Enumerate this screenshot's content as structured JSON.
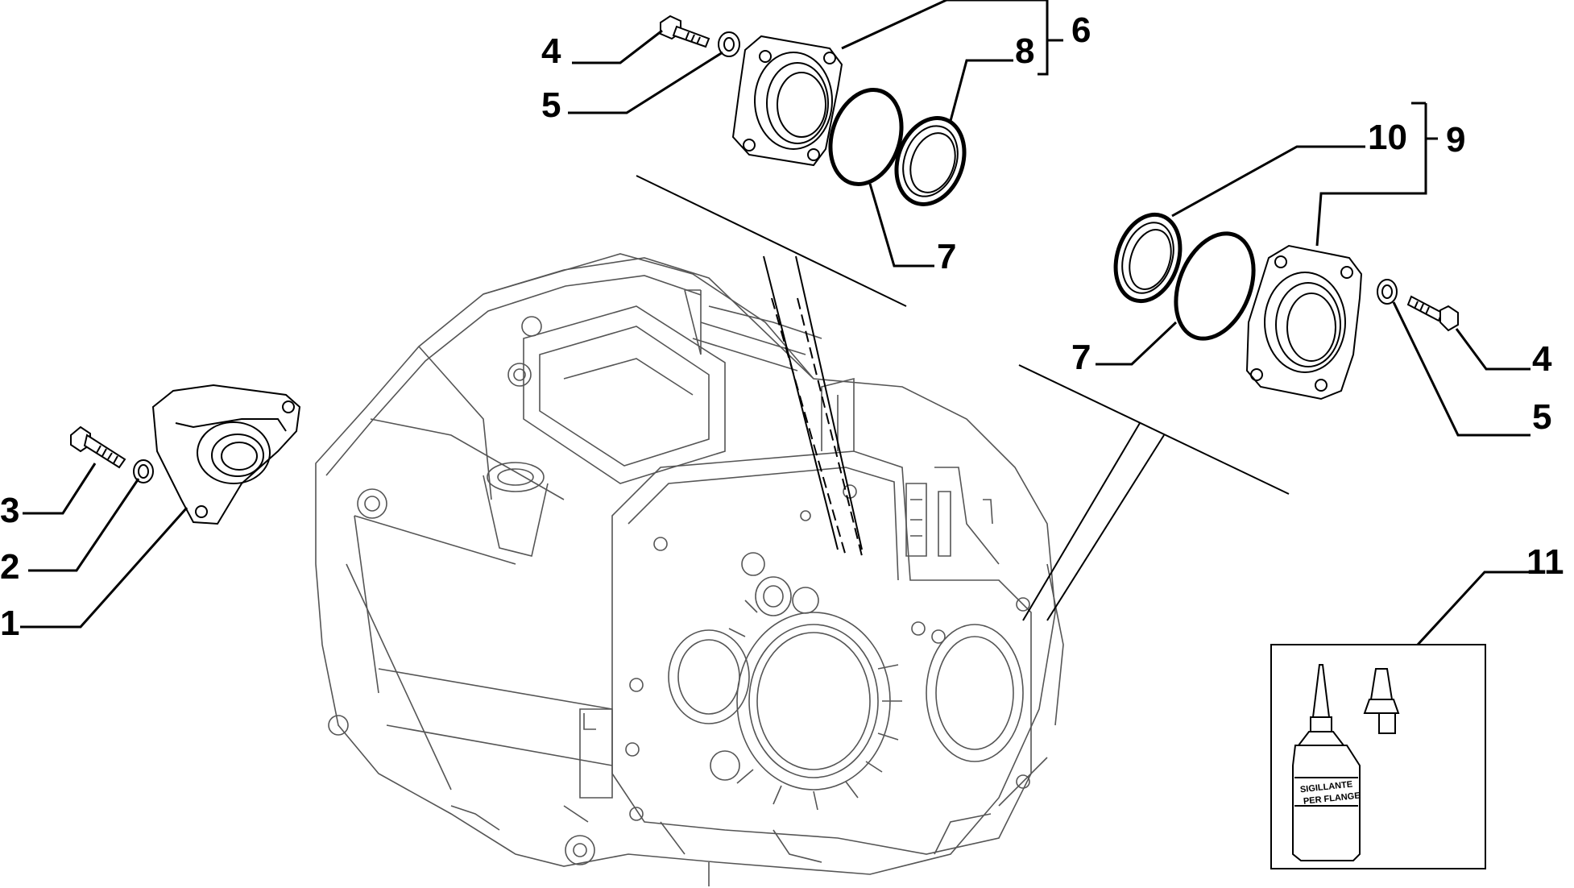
{
  "callouts": {
    "c1": "1",
    "c2": "2",
    "c3": "3",
    "c4_top": "4",
    "c5_top": "5",
    "c6": "6",
    "c7_top": "7",
    "c8": "8",
    "c9": "9",
    "c10": "10",
    "c7_right": "7",
    "c4_right": "4",
    "c5_right": "5",
    "c11": "11"
  },
  "sealant_label": {
    "line1": "SIGILLANTE",
    "line2": "PER FLANGE"
  }
}
